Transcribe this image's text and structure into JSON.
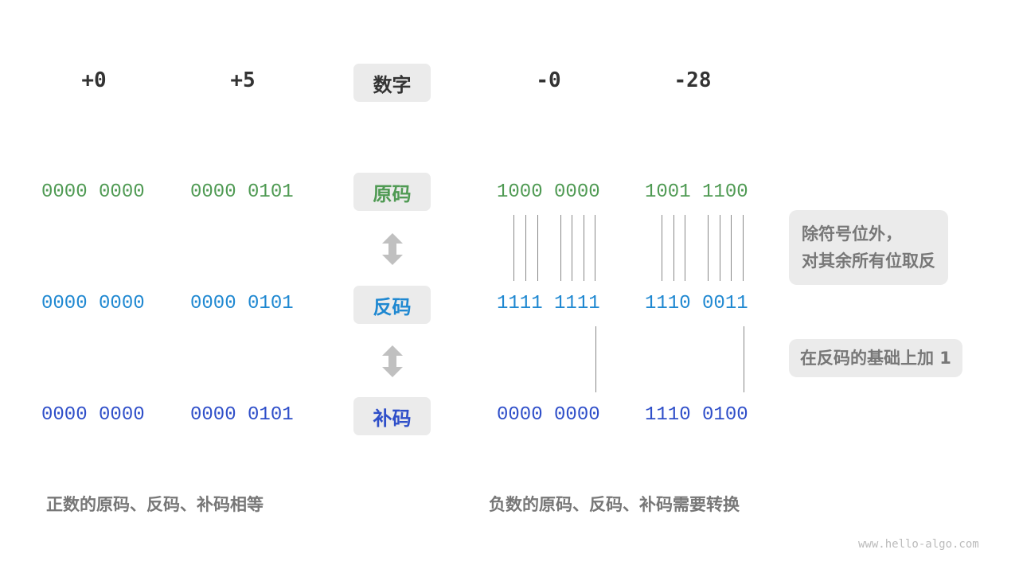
{
  "headers": {
    "pos0": "+0",
    "pos5": "+5",
    "label": "数字",
    "neg0": "-0",
    "neg28": "-28"
  },
  "rows": [
    {
      "label": "原码",
      "pos0": "0000 0000",
      "pos5": "0000 0101",
      "neg0": "1000 0000",
      "neg28": "1001 1100"
    },
    {
      "label": "反码",
      "pos0": "0000 0000",
      "pos5": "0000 0101",
      "neg0": "1111 1111",
      "neg28": "1110 0011"
    },
    {
      "label": "补码",
      "pos0": "0000 0000",
      "pos5": "0000 0101",
      "neg0": "0000 0000",
      "neg28": "1110 0100"
    }
  ],
  "notes": {
    "invert_line1": "除符号位外，",
    "invert_line2": "对其余所有位取反",
    "add_one": "在反码的基础上加 1"
  },
  "captions": {
    "positive": "正数的原码、反码、补码相等",
    "negative": "负数的原码、反码、补码需要转换"
  },
  "watermark": "www.hello-algo.com",
  "colors": {
    "original": "#4f9a53",
    "ones_complement": "#1f88d1",
    "twos_complement": "#2f4fc9",
    "arrow": "#c0c0c0"
  }
}
